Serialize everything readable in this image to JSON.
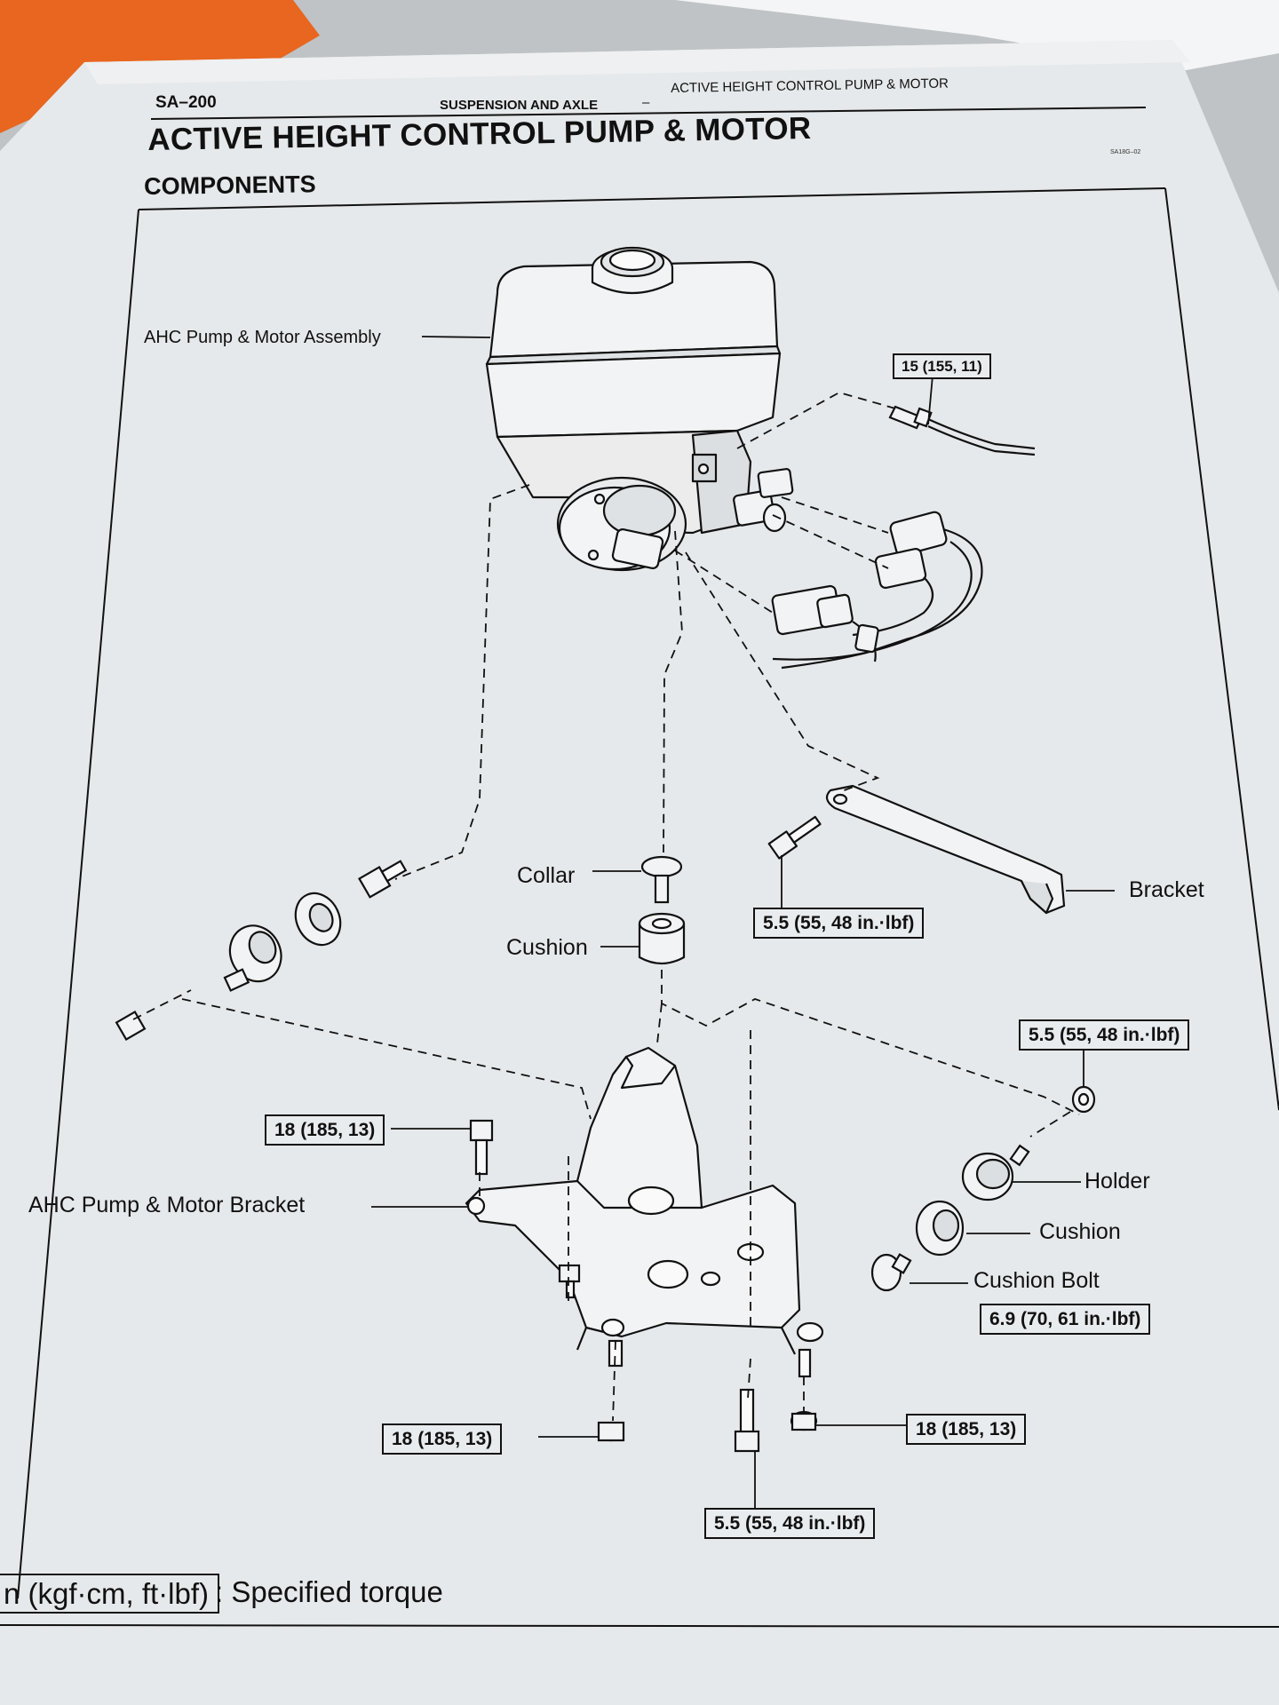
{
  "header": {
    "page_number": "SA–200",
    "section": "SUSPENSION AND AXLE",
    "separator": "–",
    "subsection": "ACTIVE HEIGHT CONTROL PUMP & MOTOR",
    "doc_code": "SA18G–02"
  },
  "title": "ACTIVE HEIGHT CONTROL PUMP & MOTOR",
  "subtitle": "COMPONENTS",
  "labels": {
    "ahc_pump_motor_assembly": "AHC Pump & Motor Assembly",
    "collar": "Collar",
    "cushion_upper": "Cushion",
    "bracket": "Bracket",
    "holder": "Holder",
    "cushion_lower": "Cushion",
    "cushion_bolt": "Cushion Bolt",
    "ahc_pump_motor_bracket": "AHC Pump & Motor Bracket"
  },
  "torque_specs": {
    "pipe_union": "15 (155, 11)",
    "bracket_bolt": "5.5 (55, 48 in.·lbf)",
    "holder_nut": "5.5 (55, 48 in.·lbf)",
    "cushion_bolt": "6.9 (70, 61 in.·lbf)",
    "bracket_upper_left": "18 (185, 13)",
    "bracket_lower_left": "18 (185, 13)",
    "bracket_lower_right": "18 (185, 13)",
    "bracket_lower_center": "5.5 (55, 48 in.·lbf)"
  },
  "legend": {
    "unit_box": "n (kgf·cm, ft·lbf)",
    "description": ": Specified torque"
  }
}
